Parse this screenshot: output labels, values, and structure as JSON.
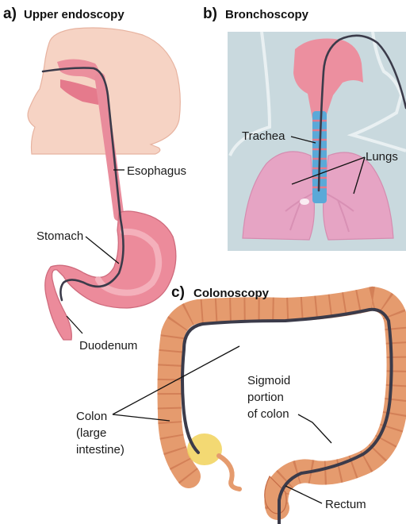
{
  "panels": {
    "upper": {
      "letter": "a)",
      "title": "Upper endoscopy",
      "labels": {
        "esophagus": "Esophagus",
        "stomach": "Stomach",
        "duodenum": "Duodenum"
      }
    },
    "broncho": {
      "letter": "b)",
      "title": "Bronchoscopy",
      "labels": {
        "trachea": "Trachea",
        "lungs": "Lungs"
      }
    },
    "colon": {
      "letter": "c)",
      "title": "Colonoscopy",
      "labels": {
        "colon_l1": "Colon",
        "colon_l2": "(large",
        "colon_l3": "intestine)",
        "sig_l1": "Sigmoid",
        "sig_l2": "portion",
        "sig_l3": "of colon",
        "rectum": "Rectum"
      }
    }
  },
  "colors": {
    "tissue": "#f3c4b4",
    "organ": "#e9899a",
    "scope": "#3b3b4a",
    "bronch_bg": "#c9d9de",
    "lung": "#e6a4c4",
    "trachea": "#5aa9d8",
    "colon": "#e59b6e",
    "colon_dark": "#c46a45"
  }
}
